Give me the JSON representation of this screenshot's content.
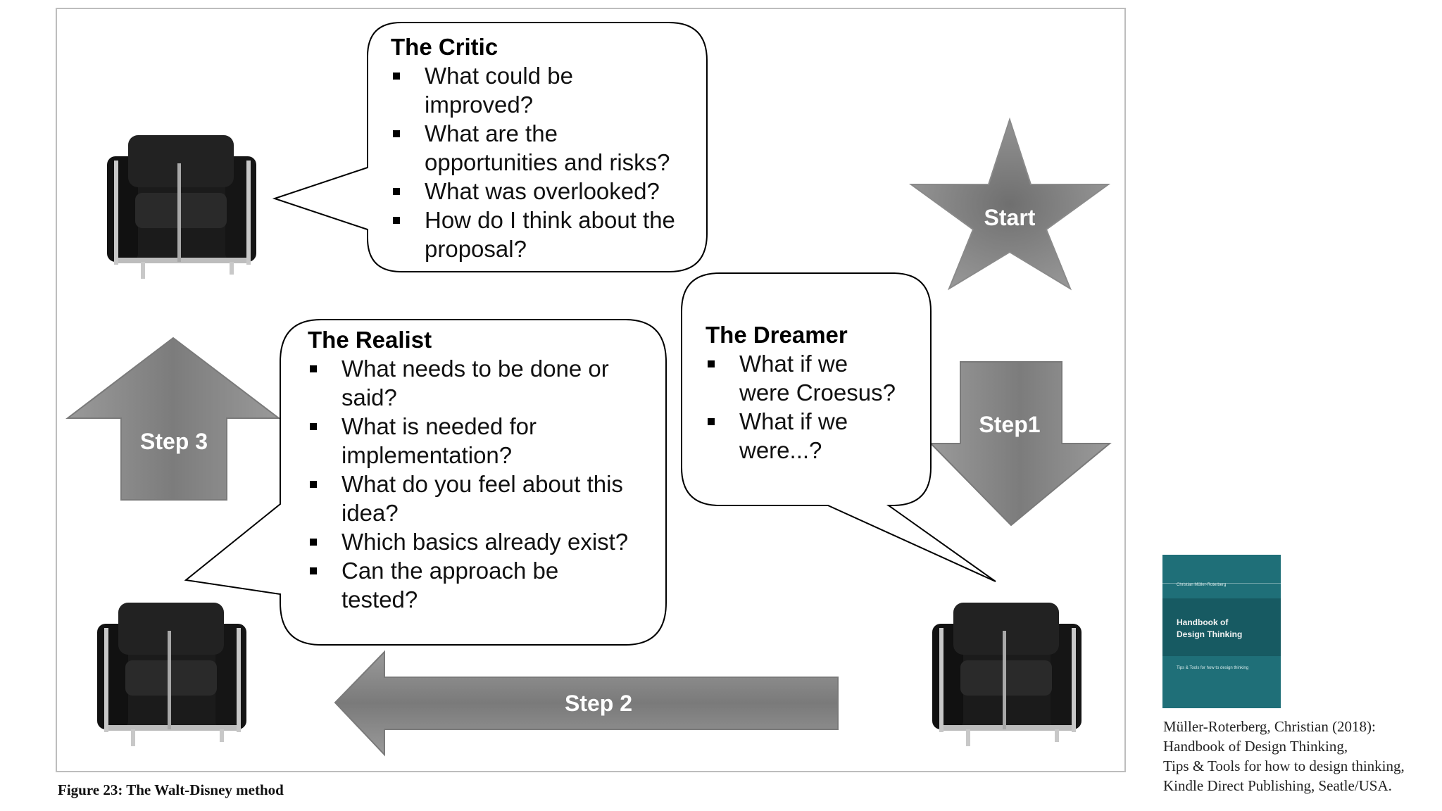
{
  "diagram": {
    "critic": {
      "title": "The Critic",
      "items": [
        [
          "What could be",
          "improved?"
        ],
        [
          "What are the",
          "opportunities and risks?"
        ],
        [
          "What was overlooked?"
        ],
        [
          "How do I think about the",
          "proposal?"
        ]
      ]
    },
    "realist": {
      "title": "The Realist",
      "items": [
        [
          "What needs to be done or",
          "said?"
        ],
        [
          "What is needed for",
          "implementation?"
        ],
        [
          "What do you feel about this",
          "idea?"
        ],
        [
          "Which basics already exist?"
        ],
        [
          "Can the approach be",
          "tested?"
        ]
      ]
    },
    "dreamer": {
      "title": "The Dreamer",
      "items": [
        [
          "What if we",
          "were Croesus?"
        ],
        [
          "What if we",
          "were...?"
        ]
      ]
    },
    "start_label": "Start",
    "step1_label": "Step1",
    "step2_label": "Step 2",
    "step3_label": "Step 3",
    "colors": {
      "arrow": "#8a8a8a",
      "bubble_border": "#000000",
      "chair": "#1b1b1b",
      "book": "#1f6f78"
    }
  },
  "caption": "Figure 23: The Walt-Disney method",
  "reference": {
    "book_cover": {
      "author": "Christian Müller-Roterberg",
      "title_lines": [
        "Handbook of",
        "Design Thinking"
      ],
      "subtitle": "Tips & Tools for how to design thinking"
    },
    "lines": [
      "Müller-Roterberg, Christian (2018):",
      "Handbook of Design Thinking,",
      "Tips & Tools for how to design thinking,",
      "Kindle Direct Publishing, Seatle/USA."
    ]
  }
}
